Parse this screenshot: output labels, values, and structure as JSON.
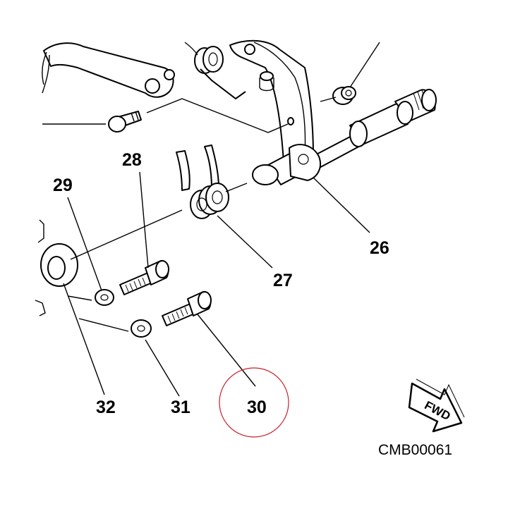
{
  "diagram": {
    "callouts": [
      {
        "id": "26",
        "label": "26"
      },
      {
        "id": "27",
        "label": "27"
      },
      {
        "id": "28",
        "label": "28"
      },
      {
        "id": "29",
        "label": "29"
      },
      {
        "id": "30",
        "label": "30"
      },
      {
        "id": "31",
        "label": "31"
      },
      {
        "id": "32",
        "label": "32"
      }
    ],
    "drawing_code": "CMB00061",
    "direction_badge": "FWD",
    "highlight_color": "#c8202a"
  }
}
